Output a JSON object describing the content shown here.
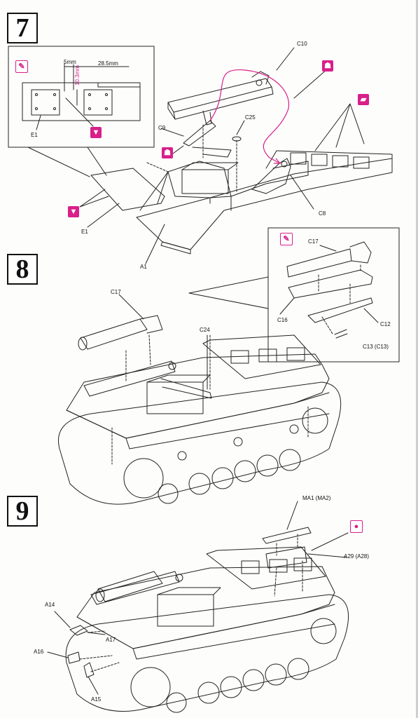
{
  "steps": [
    {
      "number": "7"
    },
    {
      "number": "8"
    },
    {
      "number": "9"
    }
  ],
  "step7": {
    "inset": {
      "dim_5mm": "5mm",
      "dim_28mm": "28.5mm",
      "dim_10mm": "10.3mm",
      "part": "E1"
    },
    "parts": {
      "c10": "C10",
      "c9": "C9",
      "c25": "C25",
      "c8": "C8",
      "e1": "E1",
      "a1": "A1"
    }
  },
  "step8": {
    "inset_parts": {
      "c17": "C17",
      "c16": "C16",
      "c12": "C12",
      "c13": "C13 (C13)"
    },
    "parts": {
      "c17": "C17",
      "c24": "C24"
    }
  },
  "step9": {
    "parts": {
      "ma1": "MA1 (MA2)",
      "a29": "A29 (A28)",
      "a14": "A14",
      "a17": "A17",
      "a16": "A16",
      "a15": "A15"
    }
  },
  "icons": {
    "accent_color": "#d81f8a",
    "names": [
      "paint-brush-icon",
      "cut-icon",
      "glue-icon",
      "decal-icon",
      "paint-drop-icon"
    ]
  }
}
